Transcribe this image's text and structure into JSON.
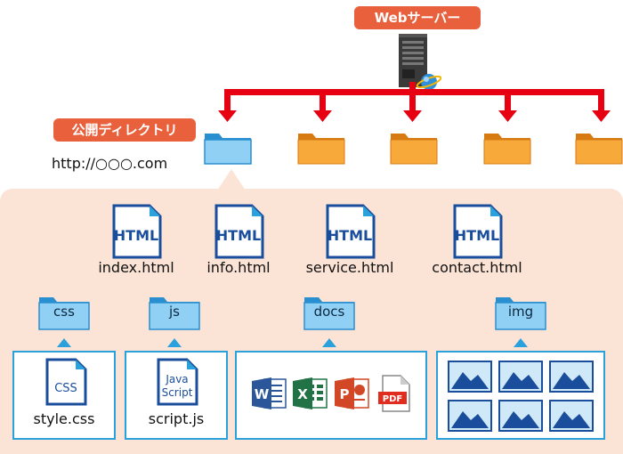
{
  "server": {
    "label": "Webサーバー"
  },
  "public_dir": {
    "label": "公開ディレクトリ",
    "url": "http://○○○.com"
  },
  "html_files": [
    {
      "icon": "HTML",
      "name": "index.html"
    },
    {
      "icon": "HTML",
      "name": "info.html"
    },
    {
      "icon": "HTML",
      "name": "service.html"
    },
    {
      "icon": "HTML",
      "name": "contact.html"
    }
  ],
  "folders": [
    {
      "label": "css"
    },
    {
      "label": "js"
    },
    {
      "label": "docs"
    },
    {
      "label": "img"
    }
  ],
  "css_file": {
    "icon": "CSS",
    "name": "style.css"
  },
  "js_file": {
    "icon_line1": "Java",
    "icon_line2": "Script",
    "name": "script.js"
  },
  "docs_icons": [
    {
      "icon": "word-icon",
      "letter": "W"
    },
    {
      "icon": "excel-icon",
      "letter": "X"
    },
    {
      "icon": "powerpoint-icon",
      "letter": "P"
    },
    {
      "icon": "pdf-icon",
      "letter": "PDF"
    }
  ],
  "img_count": 6,
  "colors": {
    "red": "#e60012",
    "orange": "#e8603c",
    "blue": "#2aa0dc",
    "folder_orange": "#f39a1e",
    "panel": "#fbe4d6"
  }
}
